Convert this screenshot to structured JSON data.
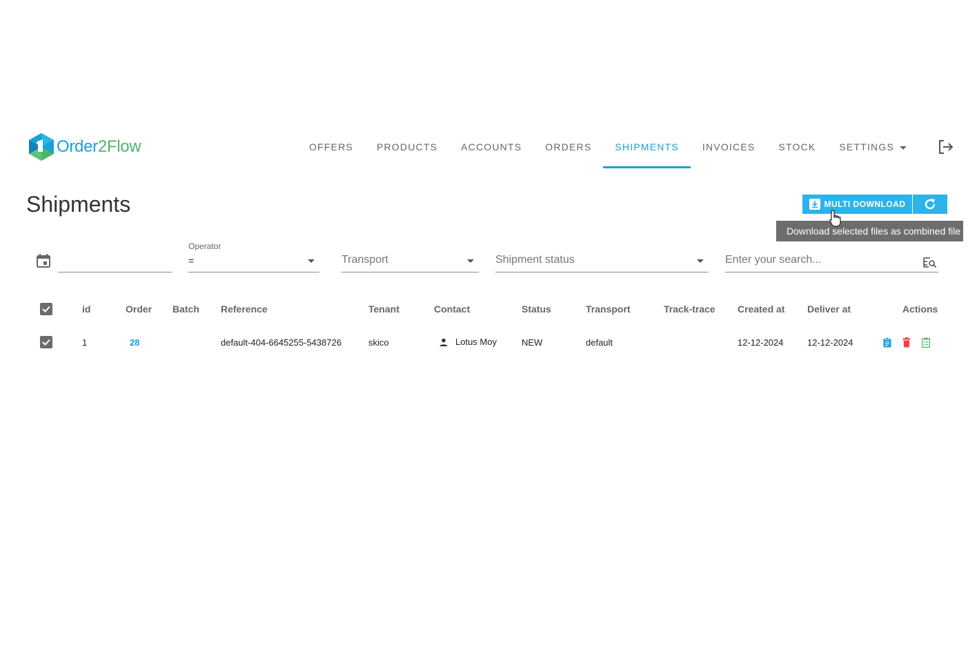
{
  "app": {
    "logo_part1": "Order",
    "logo_part2": "2Flow"
  },
  "nav": {
    "items": [
      "OFFERS",
      "PRODUCTS",
      "ACCOUNTS",
      "ORDERS",
      "SHIPMENTS",
      "INVOICES",
      "STOCK",
      "SETTINGS"
    ],
    "active": "SHIPMENTS"
  },
  "page": {
    "title": "Shipments"
  },
  "toolbar": {
    "multi_download": "MULTI DOWNLOAD",
    "tooltip": "Download selected files as combined file"
  },
  "filters": {
    "date_value": "",
    "operator_label": "Operator",
    "operator_value": "=",
    "transport_placeholder": "Transport",
    "status_placeholder": "Shipment status",
    "search_placeholder": "Enter your search..."
  },
  "table": {
    "headers": {
      "id": "id",
      "order": "Order",
      "batch": "Batch",
      "reference": "Reference",
      "tenant": "Tenant",
      "contact": "Contact",
      "status": "Status",
      "transport": "Transport",
      "track": "Track-trace",
      "created": "Created at",
      "deliver": "Deliver at",
      "actions": "Actions"
    },
    "rows": [
      {
        "selected": true,
        "id": "1",
        "order": "28",
        "batch": "",
        "reference": "default-404-6645255-5438726",
        "tenant": "skico",
        "contact": "Lotus Moy",
        "status": "NEW",
        "transport": "default",
        "track": "",
        "created": "12-12-2024",
        "deliver": "12-12-2024"
      }
    ]
  },
  "colors": {
    "accent": "#1aa0d8",
    "button": "#2cb3ea",
    "delete": "#f04141",
    "green": "#4db56a"
  },
  "icons": [
    "calendar-icon",
    "search-list-icon",
    "download-icon",
    "refresh-icon",
    "logout-icon",
    "user-icon",
    "clipboard-icon",
    "trash-icon",
    "list-icon"
  ]
}
